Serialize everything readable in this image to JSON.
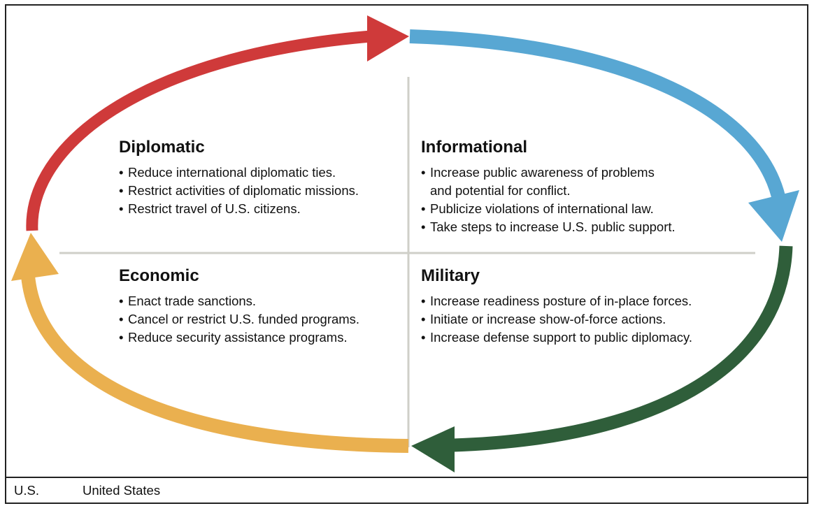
{
  "colors": {
    "diplomatic": "#cf3a3a",
    "informational": "#58a7d3",
    "military": "#2f5e3a",
    "economic": "#eab04f",
    "divider": "#cfcfc8"
  },
  "quadrants": {
    "diplomatic": {
      "title": "Diplomatic",
      "items": [
        "Reduce international diplomatic ties.",
        "Restrict activities of diplomatic missions.",
        "Restrict travel of U.S. citizens."
      ]
    },
    "informational": {
      "title": "Informational",
      "items": [
        "Increase public awareness of problems\nand potential for conflict.",
        "Publicize violations of international law.",
        "Take steps to increase U.S. public support."
      ]
    },
    "economic": {
      "title": "Economic",
      "items": [
        "Enact trade sanctions.",
        "Cancel or restrict U.S. funded programs.",
        "Reduce security assistance programs."
      ]
    },
    "military": {
      "title": "Military",
      "items": [
        "Increase readiness posture of in-place forces.",
        "Initiate or increase show-of-force actions.",
        "Increase defense support to public diplomacy."
      ]
    }
  },
  "legend": {
    "abbreviation": "U.S.",
    "meaning": "United States"
  }
}
